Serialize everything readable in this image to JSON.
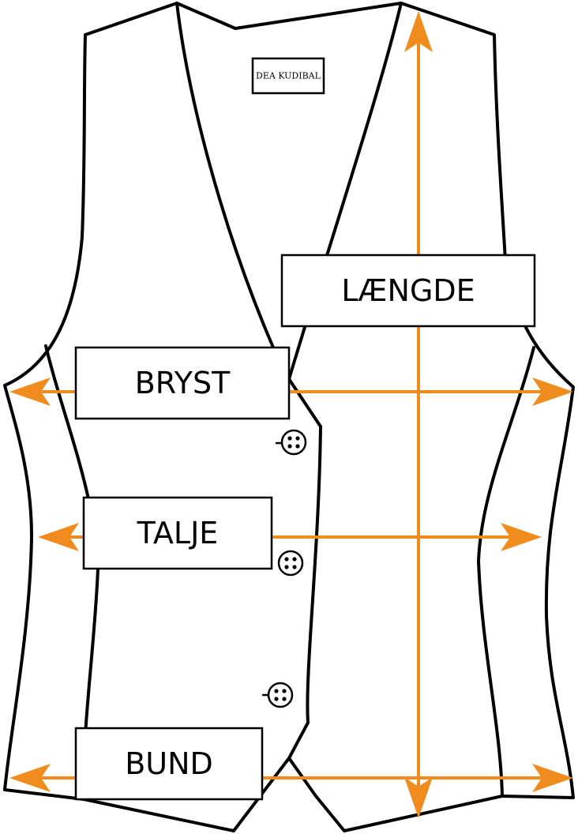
{
  "brand_label": "DEA KUDIBAL",
  "colors": {
    "accent": "#f08c1e",
    "outline": "#000000"
  },
  "measurements": [
    {
      "id": "laengde",
      "label": "LÆNGDE",
      "direction": "vertical"
    },
    {
      "id": "bryst",
      "label": "BRYST",
      "direction": "horizontal"
    },
    {
      "id": "talje",
      "label": "TALJE",
      "direction": "horizontal"
    },
    {
      "id": "bund",
      "label": "BUND",
      "direction": "horizontal"
    }
  ],
  "buttons": [
    {
      "id": "button-top",
      "icon": "four-hole-button-icon"
    },
    {
      "id": "button-middle",
      "icon": "four-hole-button-icon"
    },
    {
      "id": "button-bottom",
      "icon": "four-hole-button-icon"
    }
  ]
}
